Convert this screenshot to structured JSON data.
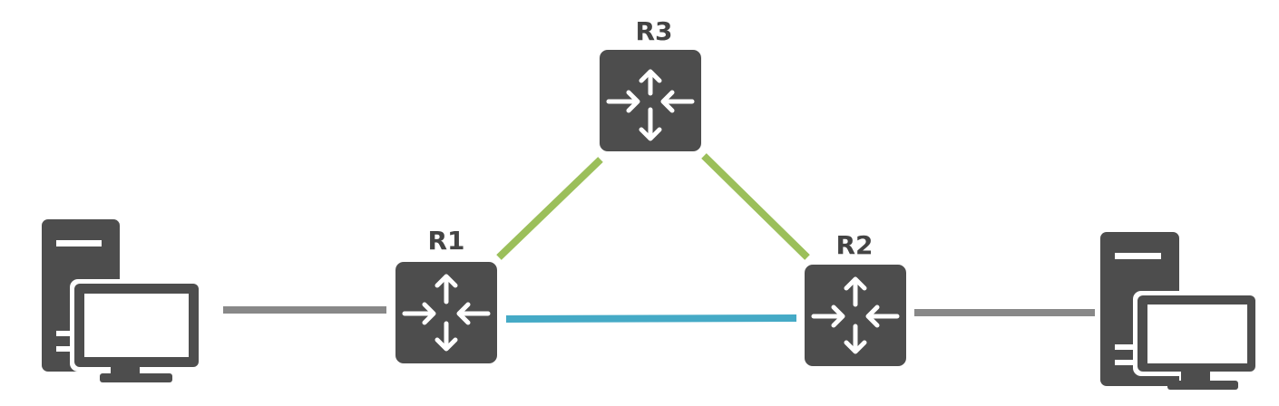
{
  "routers": [
    {
      "id": "R1",
      "label": "R1",
      "icon": "router-icon"
    },
    {
      "id": "R2",
      "label": "R2",
      "icon": "router-icon"
    },
    {
      "id": "R3",
      "label": "R3",
      "icon": "router-icon"
    }
  ],
  "hosts": [
    {
      "id": "host-left",
      "icon": "desktop-computer-icon"
    },
    {
      "id": "host-right",
      "icon": "desktop-computer-icon"
    }
  ],
  "links": [
    {
      "from": "host-left",
      "to": "R1",
      "color": "#888888"
    },
    {
      "from": "R1",
      "to": "R3",
      "color": "#9bbf5a"
    },
    {
      "from": "R3",
      "to": "R2",
      "color": "#9bbf5a"
    },
    {
      "from": "R1",
      "to": "R2",
      "color": "#45aac6"
    },
    {
      "from": "R2",
      "to": "host-right",
      "color": "#888888"
    }
  ],
  "colors": {
    "device": "#4d4d4d",
    "arrow": "#ffffff",
    "label": "#444444"
  }
}
